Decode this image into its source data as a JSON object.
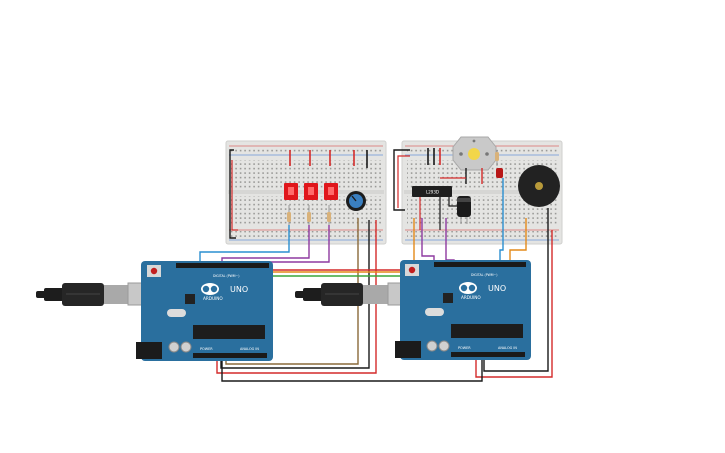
{
  "boards": {
    "left": {
      "brand": "ARDUINO",
      "model": "UNO",
      "digital_label": "DIGITAL (PWM~)",
      "power_label": "POWER",
      "analog_label": "ANALOG IN"
    },
    "right": {
      "brand": "ARDUINO",
      "model": "UNO",
      "digital_label": "DIGITAL (PWM~)",
      "power_label": "POWER",
      "analog_label": "ANALOG IN"
    }
  },
  "components": {
    "ic_label": "L293D"
  },
  "colors": {
    "board": "#2a6f9e",
    "breadboard": "#e4e4e2",
    "wire_red": "#d42a2a",
    "wire_black": "#1a1a1a",
    "wire_blue": "#2a8fd0",
    "wire_purple": "#8e3aa0",
    "wire_green": "#3aa63a",
    "wire_orange": "#e48a1a",
    "wire_brown": "#8a6a3a",
    "led_red": "#e0161b",
    "buzzer": "#222222"
  }
}
